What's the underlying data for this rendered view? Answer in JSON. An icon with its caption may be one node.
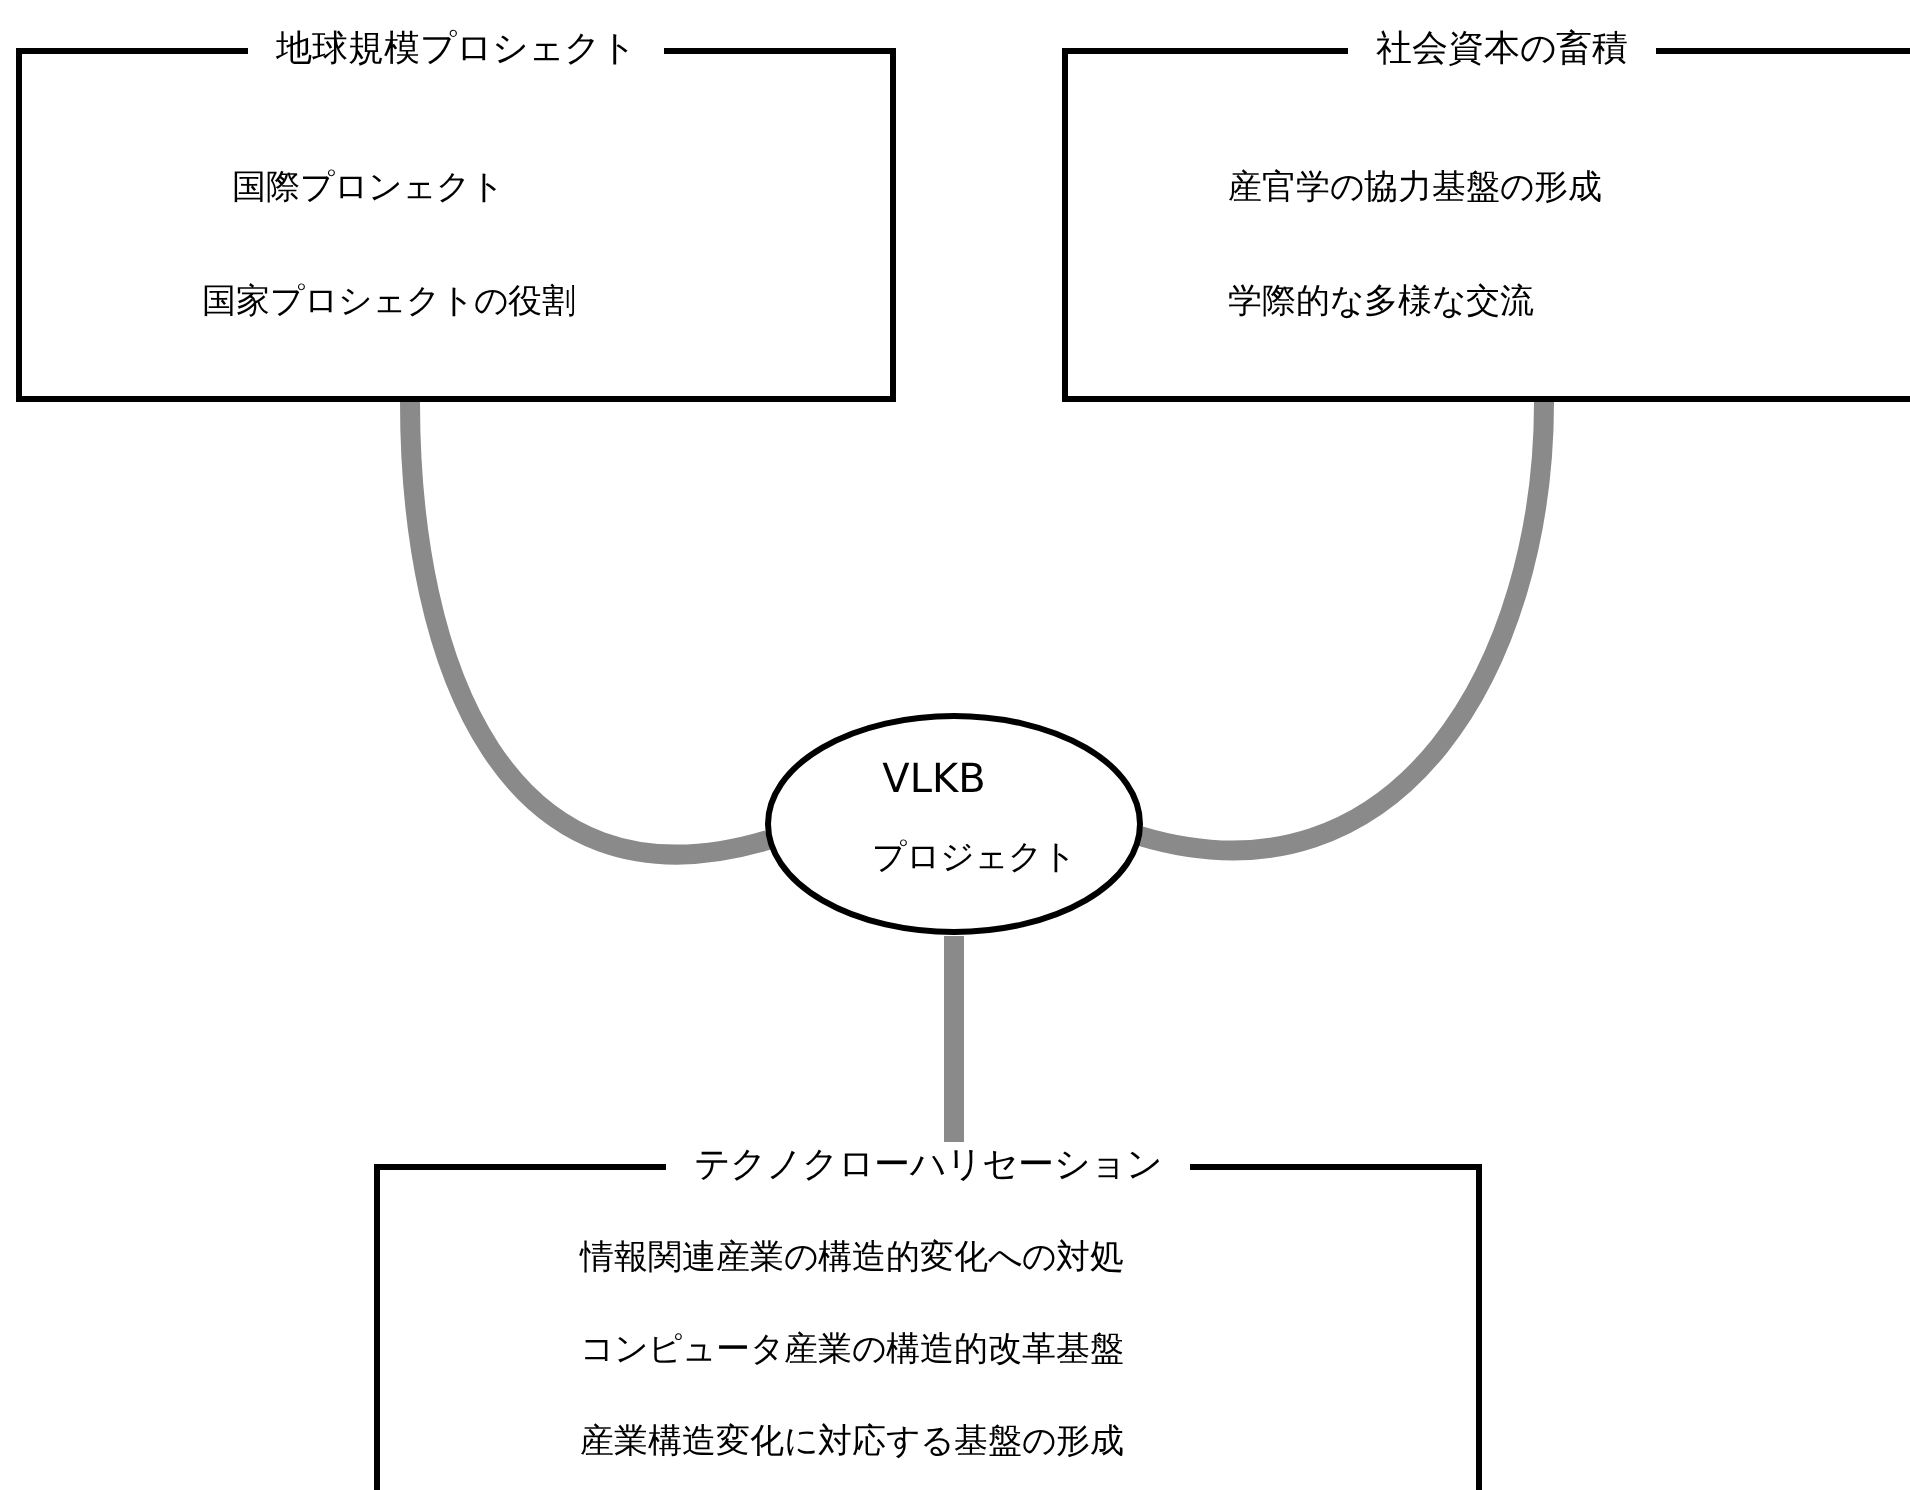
{
  "diagram": {
    "nodes": [
      {
        "text": [
          "地球規模プロシェクト",
          "国際プロンェクト",
          "国家プロシェクトの役割"
        ]
      },
      {
        "text": [
          "社会資本の畜積",
          "産官学の協力基盤の形成",
          "学際的な多様な交流"
        ]
      },
      {
        "text": [
          "VLKB",
          "プロジェクト"
        ]
      },
      {
        "text": [
          "テクノクローハリセーション",
          "情報関連産業の構造的変化への対処",
          "コンピュータ産業の構造的改革基盤",
          "産業構造変化に対応する基盤の形成"
        ]
      }
    ],
    "edges": [
      {
        "from": 0,
        "to": 2,
        "arrow": "none"
      },
      {
        "from": 1,
        "to": 2,
        "arrow": "none"
      },
      {
        "from": 2,
        "to": 3,
        "arrow": "none"
      }
    ]
  }
}
